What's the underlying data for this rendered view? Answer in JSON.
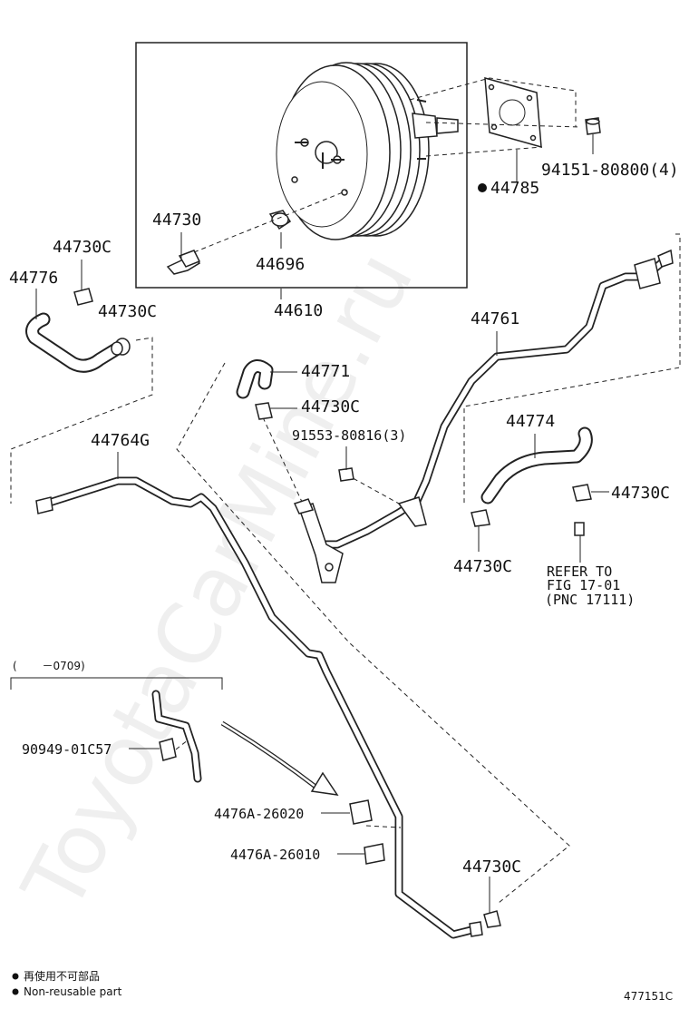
{
  "parts": {
    "p44730": "44730",
    "p44730c_top": "44730C",
    "p44776": "44776",
    "p44730c_mid": "44730C",
    "p44696": "44696",
    "p44610": "44610",
    "p44785": "44785",
    "p94151": "94151-80800(4)",
    "p44761": "44761",
    "p44771": "44771",
    "p44730c_b": "44730C",
    "p91553": "91553-80816(3)",
    "p44764g": "44764G",
    "p44774": "44774",
    "p44730c_r": "44730C",
    "p44730c_rb": "44730C",
    "p90949": "90949-01C57",
    "p4476a_20": "4476A-26020",
    "p4476a_10": "4476A-26010",
    "p44730c_bot": "44730C"
  },
  "refer": {
    "line1": "REFER TO",
    "line2": "FIG 17-01",
    "line3": "(PNC 17111)"
  },
  "inset_range": "(　　 －0709)",
  "legend": {
    "jp": "再使用不可部品",
    "en": "Non-reusable part"
  },
  "figure_id": "477151C",
  "watermark": "ToyotaCarMine.ru"
}
